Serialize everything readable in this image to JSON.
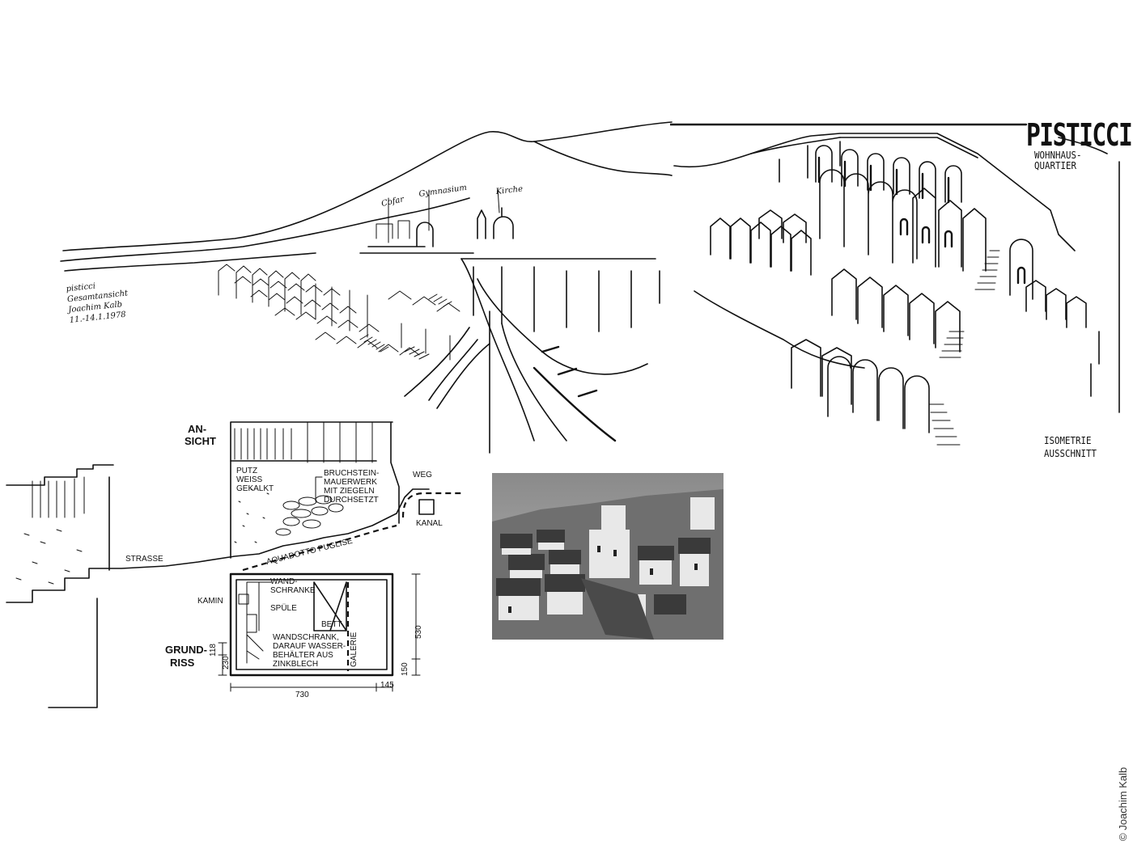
{
  "title": {
    "main": "PISTICCI",
    "sub_line1": "WOHNHAUS-",
    "sub_line2": "QUARTIER"
  },
  "isometric": {
    "line1": "ISOMETRIE",
    "line2": "AUSSCHNITT"
  },
  "panorama": {
    "annotations": [
      "Cofar",
      "Gymnasium",
      "Kirche"
    ],
    "signature_lines": [
      "pisticci",
      "Gesamtansicht",
      "Joachim Kalb",
      "11.-14.1.1978"
    ]
  },
  "elevation": {
    "ansicht_line1": "AN-",
    "ansicht_line2": "SICHT",
    "putz_line1": "PUTZ",
    "putz_line2": "WEISS",
    "putz_line3": "GEKALKT",
    "bruch_line1": "BRUCHSTEIN-",
    "bruch_line2": "MAUERWERK",
    "bruch_line3": "MIT ZIEGELN",
    "bruch_line4": "DURCHSETZT",
    "weg": "WEG",
    "kanal": "KANAL",
    "strasse": "STRASSE",
    "aquaedotto": "AQUADOTTO PUGLISE"
  },
  "plan": {
    "grundriss_line1": "GRUND-",
    "grundriss_line2": "RISS",
    "kamin": "KAMIN",
    "wandschranke_line1": "WAND-",
    "wandschranke_line2": "SCHRANKE",
    "spuele": "SPÜLE",
    "bett": "BETT",
    "galerie": "GALERIE",
    "wandschrank_line1": "WANDSCHRANK,",
    "wandschrank_line2": "DARAUF WASSER-",
    "wandschrank_line3": "BEHÄLTER AUS",
    "wandschrank_line4": "ZINKBLECH",
    "dim_width": "730",
    "dim_height": "530",
    "dim_118": "118",
    "dim_230": "230",
    "dim_145": "145",
    "dim_150": "150"
  },
  "copyright": "© Joachim Kalb"
}
